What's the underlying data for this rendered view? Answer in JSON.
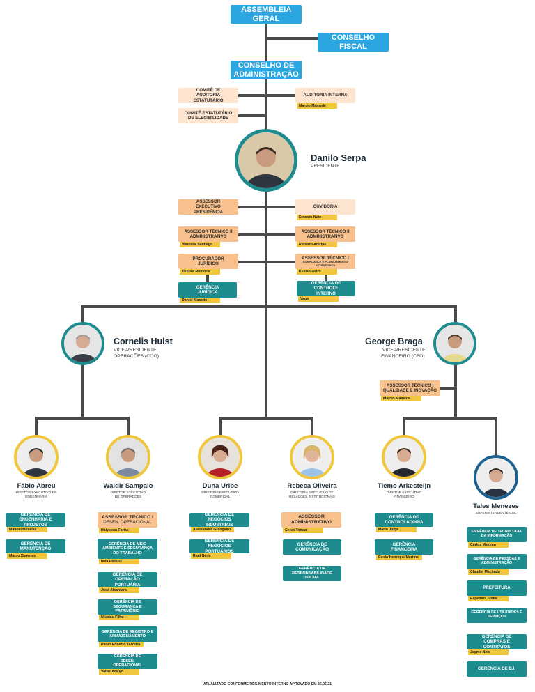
{
  "top": {
    "assembleia": "ASSEMBLEIA GERAL",
    "conselho_fiscal": "CONSELHO FISCAL",
    "conselho_admin": "CONSELHO DE ADMINISTRAÇÃO",
    "comite_auditoria": "COMITÊ DE AUDITORIA ESTATUTÁRIO",
    "comite_elegibilidade": "COMITÊ ESTATUTÁRIO DE ELEGIBILIDADE",
    "auditoria_interna": "AUDITORIA INTERNA",
    "auditoria_interna_person": "Marcio Mamede"
  },
  "president": {
    "name": "Danilo Serpa",
    "role": "PRESIDENTE"
  },
  "staff": {
    "assessor_exec": "ASSESSOR EXECUTIVO PRESIDÊNCIA",
    "ouvidoria": "OUVIDORIA",
    "ouvidoria_person": "Ernesto Neto",
    "assessor_adm_l": "ASSESSOR TÉCNICO II ADMINISTRATIVO",
    "assessor_adm_l_person": "Vanessa Santiago",
    "assessor_adm_r": "ASSESSOR TÉCNICO II ADMINISTRATIVO",
    "assessor_adm_r_person": "Roberto Araripe",
    "procurador": "PROCURADOR JURÍDICO",
    "procurador_person": "Debora Mamória",
    "assessor_comp_title": "ASSESSOR TÉCNICO I",
    "assessor_comp_sub": "COMPLIANCE E PLANEJAMENTO ESTRATÉGICO",
    "assessor_comp_person": "Keilla Castro",
    "ger_juridica": "GERÊNCIA JURÍDICA",
    "ger_juridica_person": "Daniel Macedo",
    "ger_controle": "GERÊNCIA DE CONTROLE INTERNO",
    "ger_controle_person": "Vago"
  },
  "vps": {
    "coo_name": "Cornelis Hulst",
    "coo_role1": "VICE-PRESIDENTE",
    "coo_role2": "OPERAÇÕES (COO)",
    "cfo_name": "George Braga",
    "cfo_role1": "VICE-PRESIDENTE",
    "cfo_role2": "FINANCEIRO (CFO)",
    "cfo_assessor": "ASSESSOR TÉCNICO I QUALIDADE E INOVAÇÃO",
    "cfo_assessor_person": "Marcio Mamede"
  },
  "directors": {
    "fabio": {
      "name": "Fábio Abreu",
      "role": "DIRETOR EXECUTIVO DE ENGENHARIA"
    },
    "waldir": {
      "name": "Waldir Sampaio",
      "role": "DIRETOR EXECUTIVO DE OPERAÇÕES"
    },
    "duna": {
      "name": "Duna Uribe",
      "role": "DIRETORA EXECUTIVO COMERCIAL"
    },
    "rebeca": {
      "name": "Rebeca Oliveira",
      "role": "DIRETORA EXECUTIVO DE RELAÇÕES INSTITUCIONAIS"
    },
    "tiemo": {
      "name": "Tiemo Arkesteijn",
      "role": "DIRETOR EXECUTIVO FINANCEIRO"
    },
    "tales": {
      "name": "Tales Menezes",
      "role": "SUPERINTENDENTE CSC"
    }
  },
  "units": {
    "fabio_1": "GERÊNCIA DE ENGENHARIA E PROJETOS",
    "fabio_1_p": "Manoel Meseias",
    "fabio_2": "GERÊNCIA DE MANUTENÇÃO",
    "fabio_2_p": "Marco Ximenes",
    "waldir_0a": "ASSESSOR TÉCNICO I",
    "waldir_0b": "DESEN. OPERACIONAL",
    "waldir_0_p": "Halysson Farias",
    "waldir_1": "GERÊNCIA DE MEIO AMBIENTE E SEGURANÇA DO TRABALHO",
    "waldir_1_p": "Ieda Passos",
    "waldir_2": "GERÊNCIA DE OPERAÇÃO PORTUÁRIA",
    "waldir_2_p": "José Alcantara",
    "waldir_3": "GERÊNCIA DE SEGURANÇA E PATRIMÔNIO",
    "waldir_3_p": "Nicolau Filho",
    "waldir_4": "GERÊNCIA DE REGISTRO E ARMAZENAMENTO",
    "waldir_4_p": "Paulo Roberto Teixeira",
    "waldir_5": "GERÊNCIA DE DESEN. OPERACIONAL",
    "waldir_5_p": "Valter Araújo",
    "duna_1": "GERÊNCIA DE NEGÓCIOS INDUSTRIAIS",
    "duna_1_p": "Alessandra Grangeiro",
    "duna_2": "GERÊNCIA DE NEGÓCIOS PORTUÁRIOS",
    "duna_2_p": "Raul Neris",
    "rebeca_0": "ASSESSOR ADMINISTRATIVO",
    "rebeca_0_p": "Celso Tomaz",
    "rebeca_1": "GERÊNCIA DE COMUNICAÇÃO",
    "rebeca_2": "GERÊNCIA DE RESPONSABILIDADE SOCIAL",
    "tiemo_1": "GERÊNCIA DE CONTROLADORIA",
    "tiemo_1_p": "Mario Jorge",
    "tiemo_2": "GERÊNCIA FINANCEIRA",
    "tiemo_2_p": "Paulo Henrique Martins",
    "tales_1": "GERÊNCIA DE TECNOLOGIA DA INFORMAÇÃO",
    "tales_1_p": "Carlos Maximo",
    "tales_2": "GERÊNCIA DE PESSOAS E ADMINISTRAÇÃO",
    "tales_2_p": "Claudio Machado",
    "tales_3": "PREFEITURA",
    "tales_3_p": "Expedito Junior",
    "tales_4": "GERÊNCIA DE UTILIDADES E SERVIÇOS",
    "tales_5": "GERÊNCIA DE COMPRAS E CONTRATOS",
    "tales_5_p": "Jayme Neto",
    "tales_6": "GERÊNCIA DE B.I."
  },
  "footer": "ATUALIZADO CONFORME REGIMENTO INTERNO APROVADO EM 25.06.21",
  "colors": {
    "blue": "#2ba6e0",
    "teal": "#1e8c8f",
    "peach": "#fde4cf",
    "orange": "#f7c08c",
    "gold": "#f0c63c",
    "line": "#4a4a4a",
    "ring_green": "#1e8c8f",
    "ring_gold": "#f0c63c",
    "ring_navy": "#1d5f8f"
  }
}
